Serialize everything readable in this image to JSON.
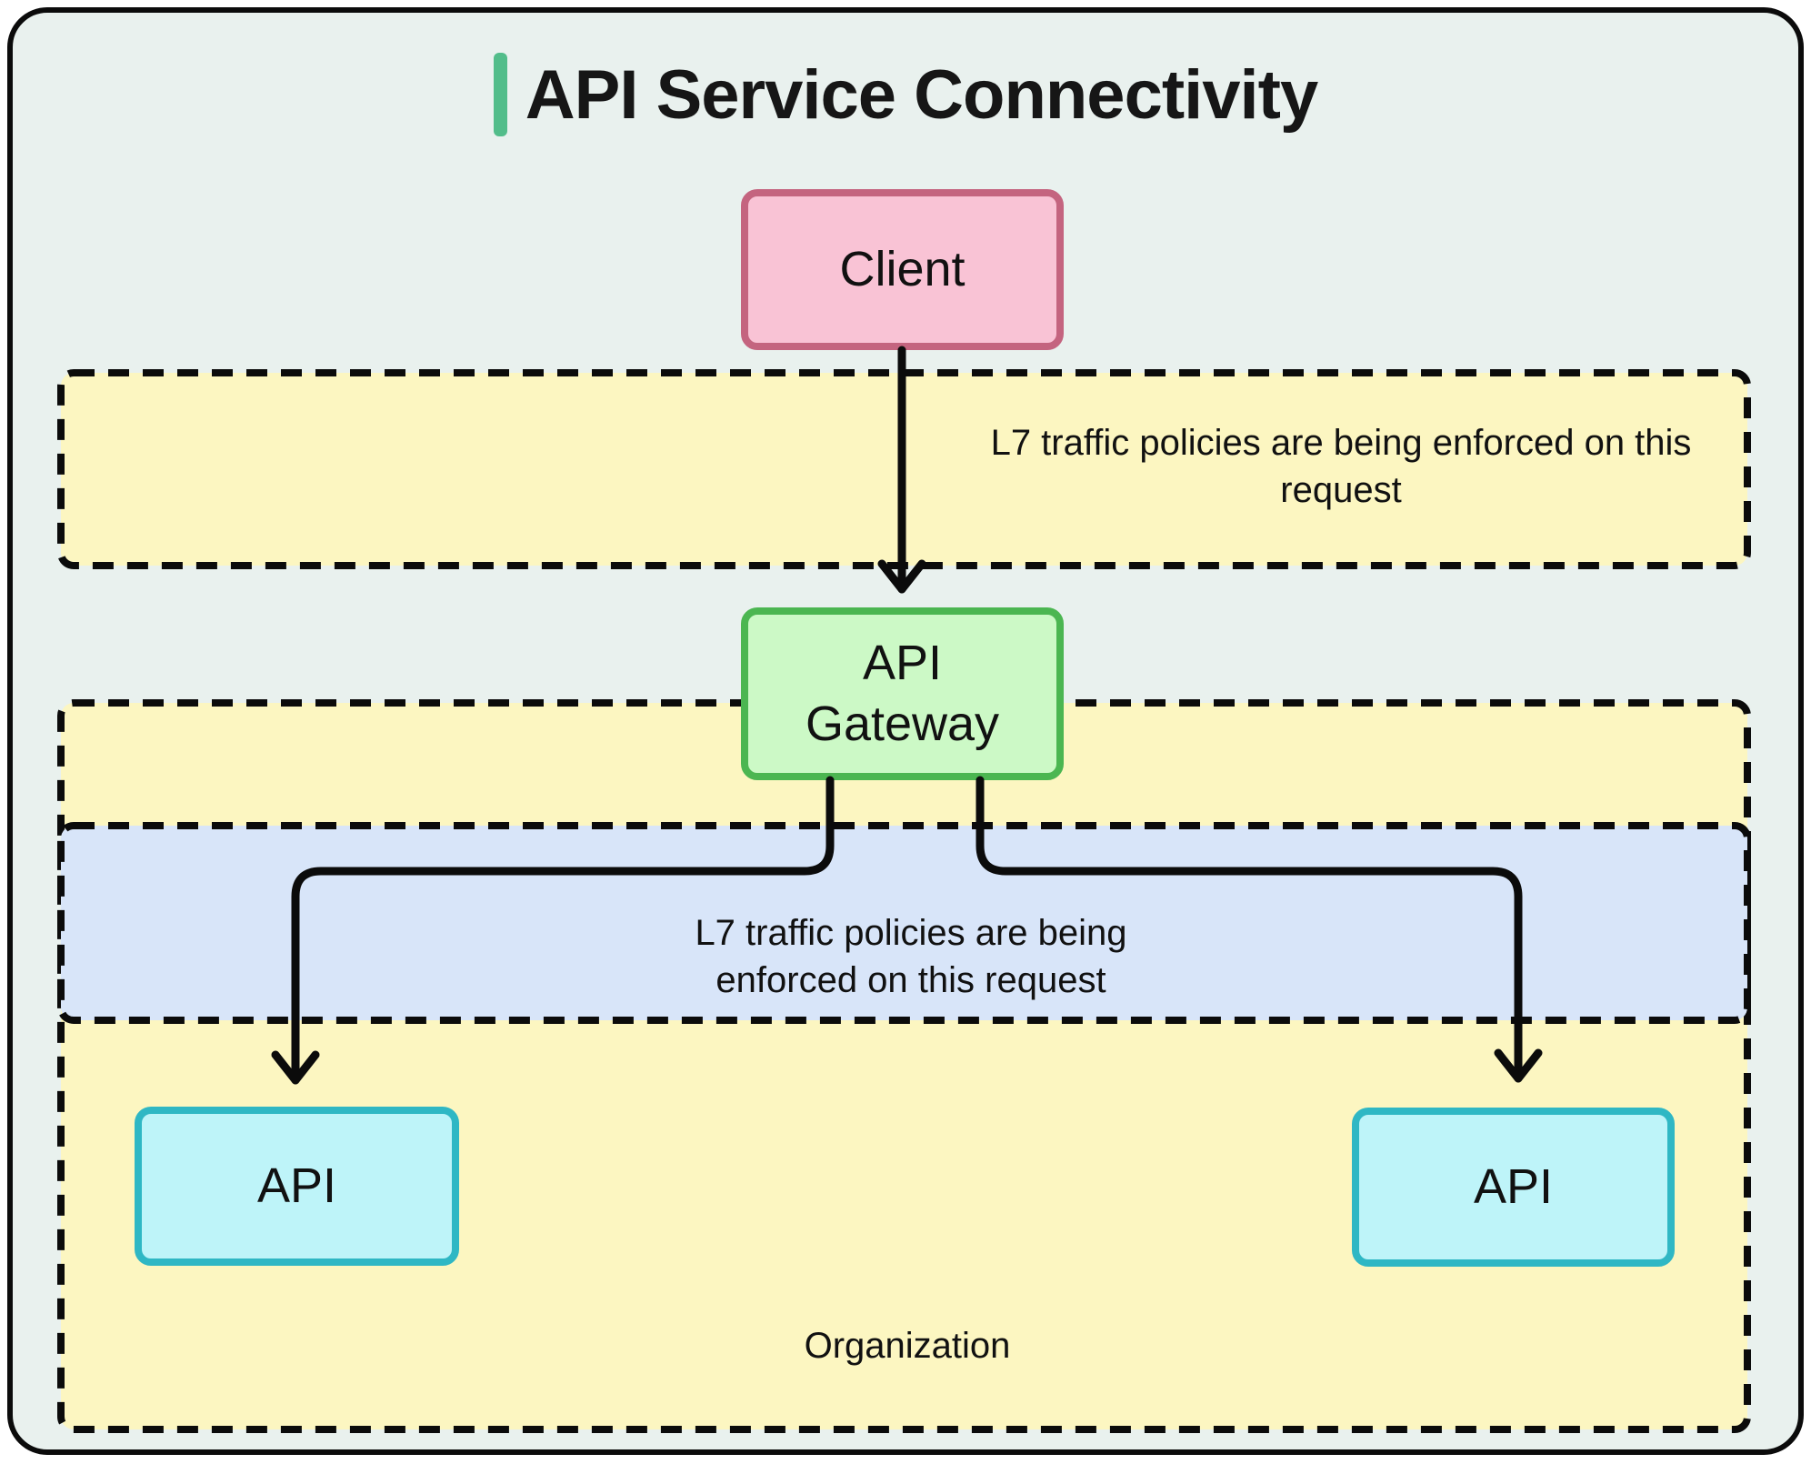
{
  "title": {
    "text": "API Service Connectivity"
  },
  "nodes": {
    "client": {
      "label": "Client"
    },
    "gateway": {
      "label": "API\nGateway"
    },
    "api_left": {
      "label": "API"
    },
    "api_right": {
      "label": "API"
    }
  },
  "notes": {
    "request1": {
      "text": "L7 traffic policies are being enforced on this request"
    },
    "request2": {
      "text": "L7 traffic policies are being enforced on this request"
    }
  },
  "regions": {
    "organization": {
      "label": "Organization"
    }
  },
  "colors": {
    "canvas_bg": "#e9f1ee",
    "line_color": "#0b0b0b",
    "text_color": "#111111",
    "accent_green": "#52bd8a",
    "yellow_fill": "#fcf6c1",
    "blue_fill": "#d8e5f9",
    "pink_fill": "#f9c3d5",
    "pink_border": "#c4647f",
    "green_fill": "#ccf9c6",
    "green_border": "#4bb651",
    "cyan_fill": "#bef4f9",
    "cyan_border": "#2fb7c4"
  }
}
